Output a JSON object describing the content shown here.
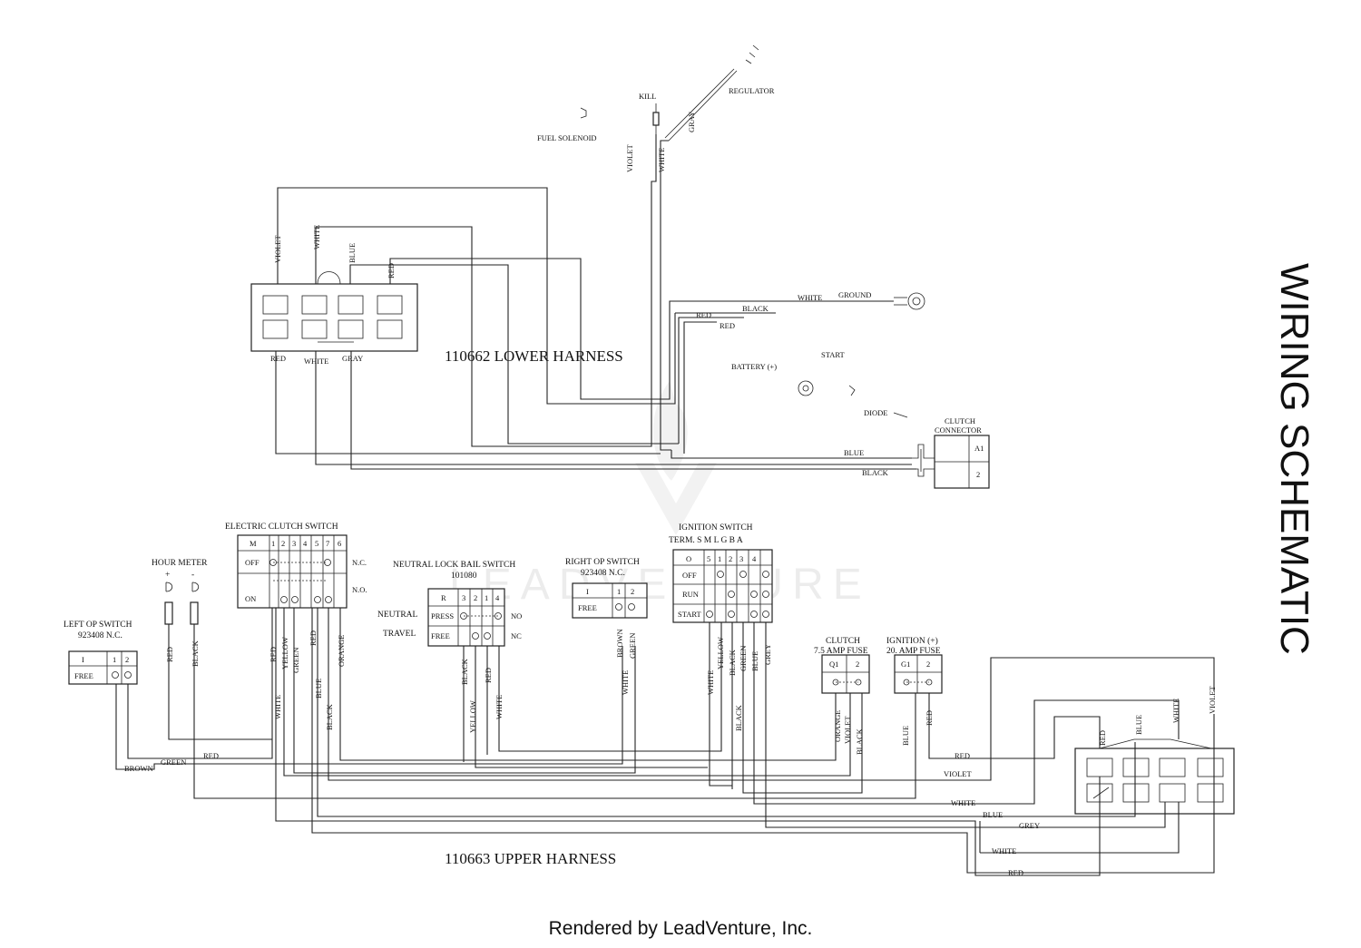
{
  "title": "WIRING SCHEMATIC",
  "footer": "Rendered by LeadVenture, Inc.",
  "watermark": "LEADVENTURE",
  "harnesses": {
    "lower": "110662 LOWER HARNESS",
    "upper": "110663 UPPER HARNESS"
  },
  "top_components": {
    "kill": "KILL",
    "regulator": "REGULATOR",
    "fuel_solenoid": "FUEL SOLENOID",
    "ground": "GROUND",
    "battery": "BATTERY (+)",
    "start": "START",
    "diode": "DIODE"
  },
  "clutch_connector": {
    "title_1": "CLUTCH",
    "title_2": "CONNECTOR",
    "pin_1": "A1",
    "pin_2": "2"
  },
  "electric_clutch_switch": {
    "title": "ELECTRIC CLUTCH SWITCH",
    "header": [
      "M",
      "1",
      "2",
      "3",
      "4",
      "5",
      "7",
      "6"
    ],
    "row_off": "OFF",
    "row_on": "ON",
    "nc": "N.C.",
    "no": "N.O."
  },
  "hour_meter": {
    "title": "HOUR METER",
    "plus": "+",
    "minus": "-"
  },
  "left_op_switch": {
    "title_1": "LEFT OP SWITCH",
    "title_2": "923408   N.C.",
    "header": [
      "I",
      "1",
      "2"
    ],
    "row": "FREE"
  },
  "neutral_lock": {
    "title_1": "NEUTRAL LOCK BAIL SWITCH",
    "title_2": "101080",
    "header": [
      "R",
      "3",
      "2",
      "1",
      "4"
    ],
    "row_press": "PRESS",
    "row_free": "FREE",
    "neutral": "NEUTRAL",
    "travel": "TRAVEL",
    "no": "NO",
    "nc": "NC"
  },
  "right_op_switch": {
    "title_1": "RIGHT OP SWITCH",
    "title_2": "923408   N.C.",
    "header": [
      "I",
      "1",
      "2"
    ],
    "row": "FREE"
  },
  "ignition_switch": {
    "title_1": "IGNITION SWITCH",
    "title_2": "TERM.  S  M L  G  B  A",
    "header": [
      "O",
      "5",
      "1",
      "2",
      "3",
      "4"
    ],
    "row_off": "OFF",
    "row_run": "RUN",
    "row_start": "START"
  },
  "clutch_fuse": {
    "title_1": "CLUTCH",
    "title_2": "7.5 AMP FUSE",
    "header": [
      "Q1",
      "2"
    ]
  },
  "ignition_fuse": {
    "title_1": "IGNITION (+)",
    "title_2": "20. AMP FUSE",
    "header": [
      "G1",
      "2"
    ]
  },
  "wire_labels": {
    "violet": "VIOLET",
    "white": "WHITE",
    "blue": "BLUE",
    "red": "RED",
    "gray": "GRAY",
    "black": "BLACK",
    "yellow": "YELLOW",
    "green": "GREEN",
    "orange": "ORANGE",
    "brown": "BROWN",
    "grey": "GREY"
  }
}
